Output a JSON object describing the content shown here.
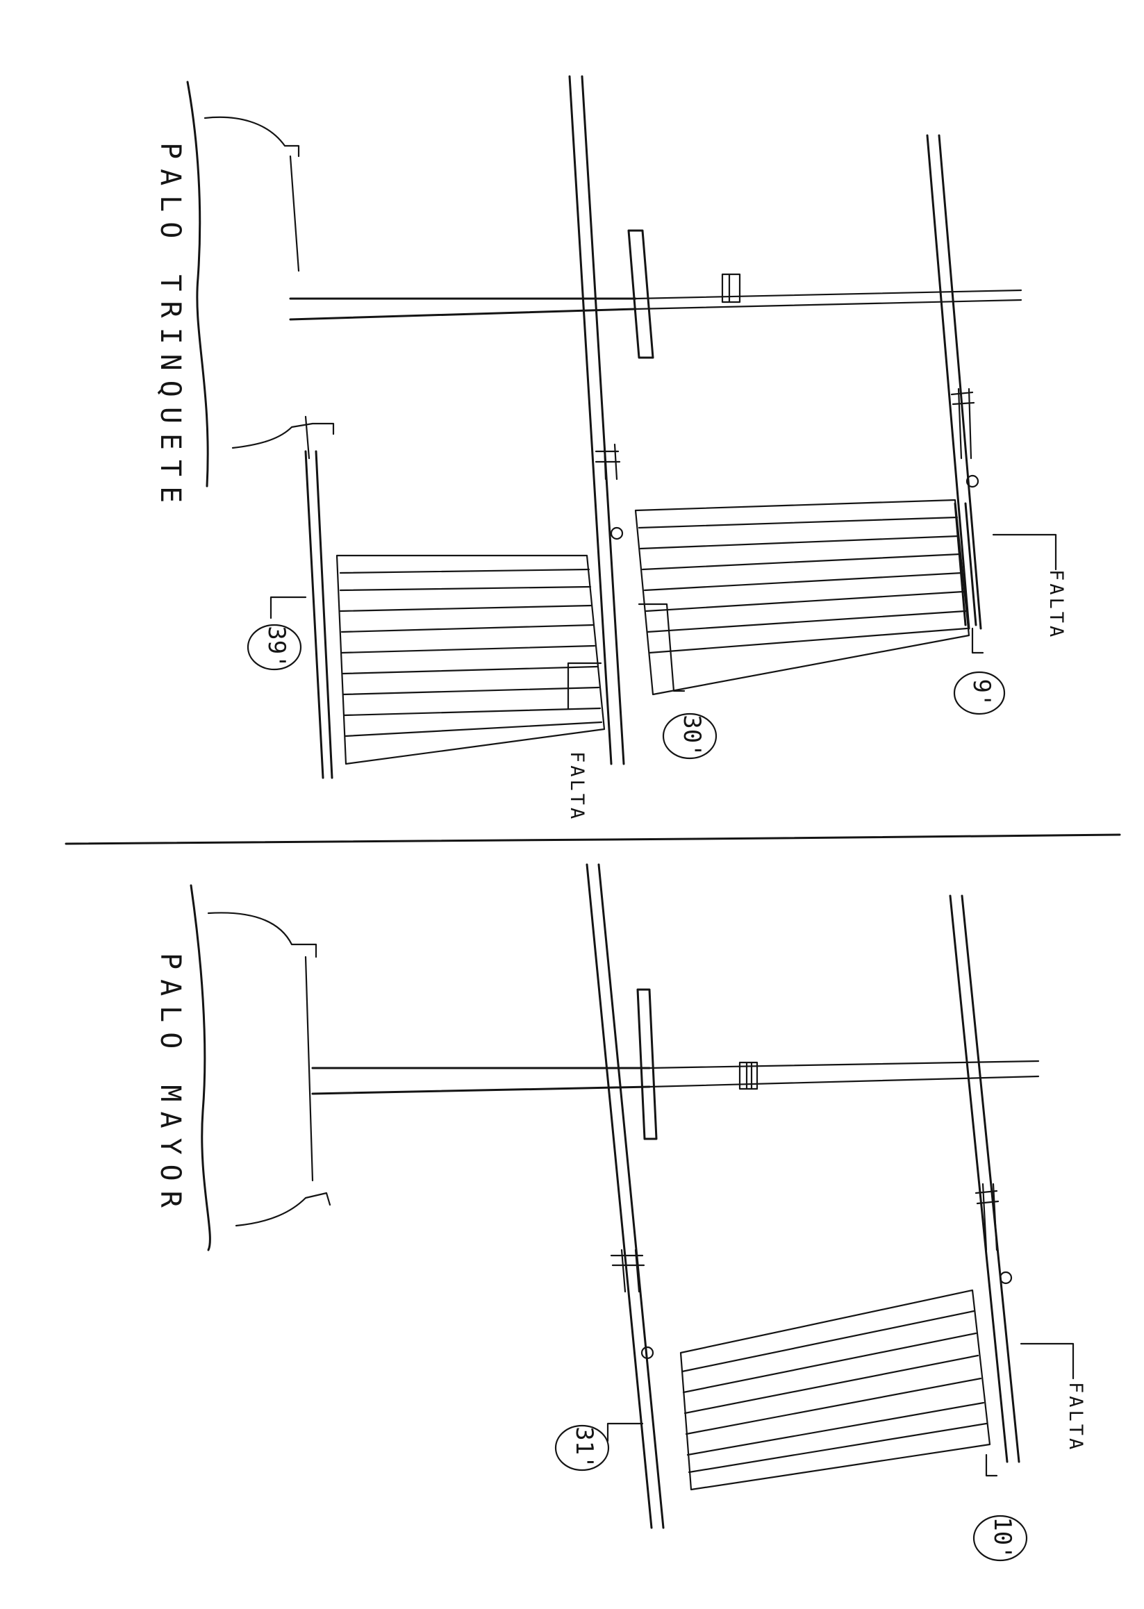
{
  "diagrams": [
    {
      "id": "trinquete",
      "title": "PALO TRINQUETE",
      "notes": [
        "FALTA",
        "FALTA"
      ],
      "measurements": [
        "39'",
        "30'",
        "9'"
      ]
    },
    {
      "id": "mayor",
      "title": "PALO MAYOR",
      "notes": [
        "FALTA"
      ],
      "measurements": [
        "31'",
        "10'"
      ]
    }
  ],
  "colors": {
    "ink": "#141414",
    "paper": "#ffffff"
  }
}
